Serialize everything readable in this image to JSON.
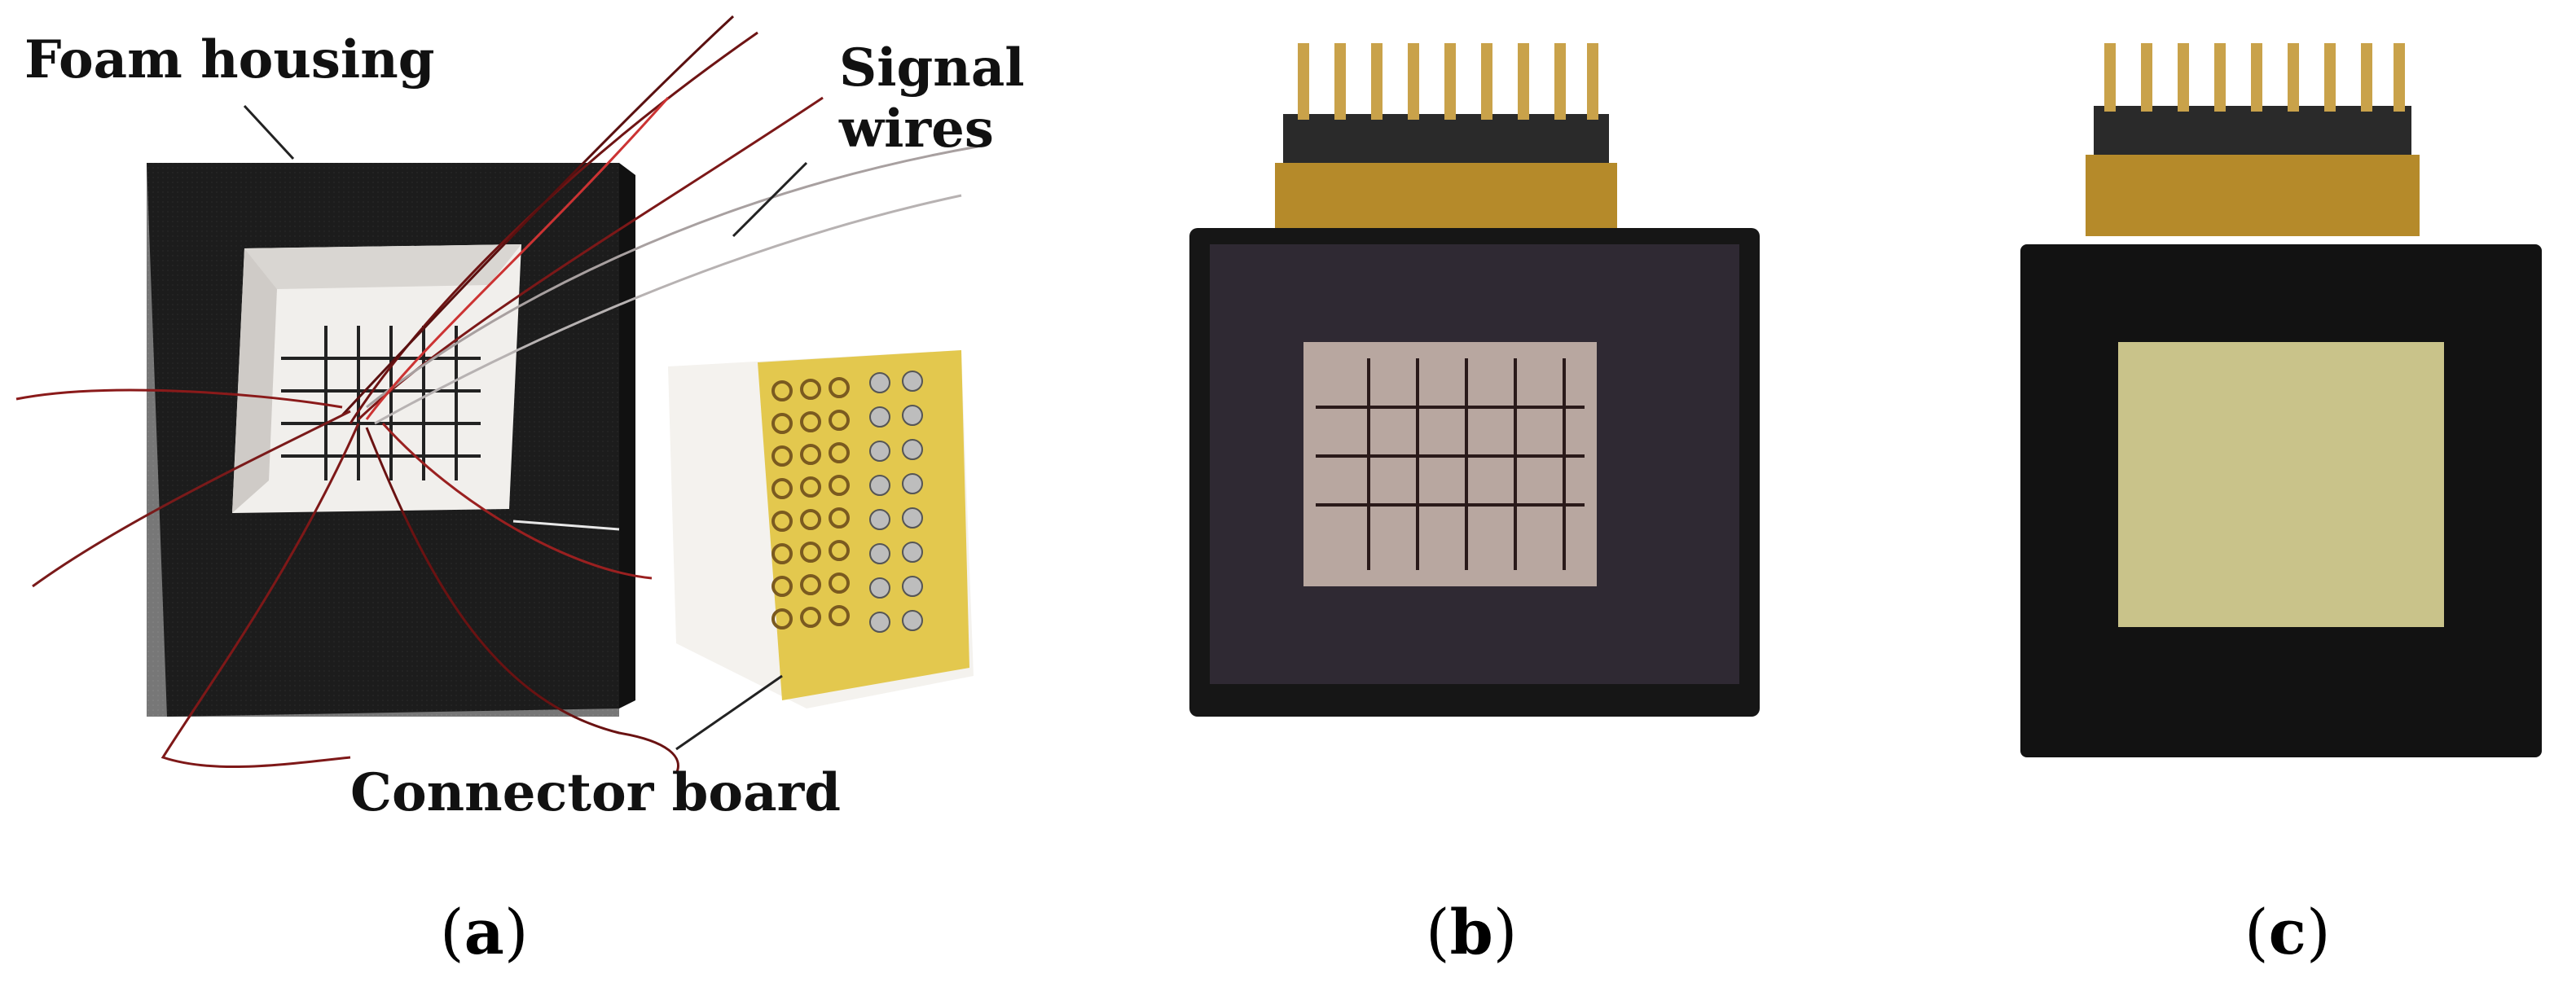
{
  "panels": [
    {
      "id": "a",
      "caption_open": "(",
      "caption_letter": "a",
      "caption_close": ")",
      "labels": {
        "foam_housing": "Foam housing",
        "signal_wires_1": "Signal",
        "signal_wires_2": "wires",
        "connector_board": "Connector board"
      }
    },
    {
      "id": "b",
      "caption_open": "(",
      "caption_letter": "b",
      "caption_close": ")"
    },
    {
      "id": "c",
      "caption_open": "(",
      "caption_letter": "c",
      "caption_close": ")"
    }
  ],
  "colors": {
    "foam": "#1a1a1a",
    "pcb": "#e0c34a",
    "copper_wire": "#8a1a1a",
    "pin_gold": "#c9a24a",
    "background": "#ffffff"
  }
}
